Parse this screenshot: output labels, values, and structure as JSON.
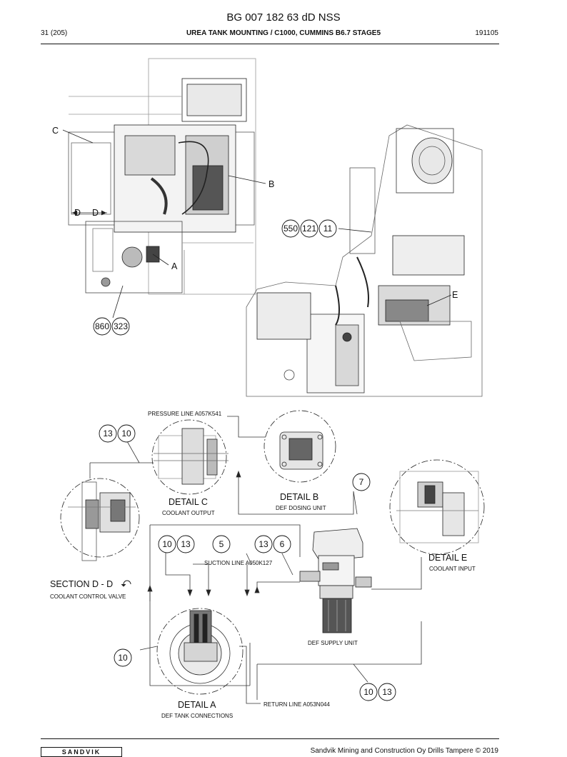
{
  "header": {
    "document_number": "BG 007 182 63 dD NSS",
    "page_number": "31 (205)",
    "title": "UREA TANK MOUNTING / C1000, CUMMINS B6.7 STAGE5",
    "revision": "191105"
  },
  "footer": {
    "logo": "SANDVIK",
    "copyright": "Sandvik Mining and Construction Oy Drills Tampere © 2019"
  },
  "view_labels": {
    "c": "C",
    "b": "B",
    "a": "A",
    "e": "E",
    "d_left": "D",
    "d_right": "D"
  },
  "item_bubbles": {
    "top_group": [
      "550",
      "121",
      "11"
    ],
    "bottom_left_group": [
      "860",
      "323"
    ],
    "detail_c_group": [
      "13",
      "10"
    ],
    "detail_b_item": "7",
    "suction_left_group": [
      "10",
      "13"
    ],
    "suction_item": "5",
    "supply_group": [
      "13",
      "6"
    ],
    "detail_a_item": "10",
    "return_group": [
      "10",
      "13"
    ]
  },
  "details": {
    "detail_c": {
      "title": "DETAIL C",
      "subtitle": "COOLANT OUTPUT"
    },
    "detail_b": {
      "title": "DETAIL B",
      "subtitle": "DEF DOSING UNIT"
    },
    "detail_e": {
      "title": "DETAIL E",
      "subtitle": "COOLANT INPUT"
    },
    "detail_a": {
      "title": "DETAIL A",
      "subtitle": "DEF TANK CONNECTIONS"
    },
    "section_dd": {
      "title": "SECTION D - D",
      "subtitle": "COOLANT CONTROL VALVE"
    }
  },
  "line_labels": {
    "pressure": "PRESSURE LINE A057K541",
    "suction": "SUCTION LINE A050K127",
    "return": "RETURN LINE A053N044",
    "supply_unit": "DEF SUPPLY UNIT"
  }
}
